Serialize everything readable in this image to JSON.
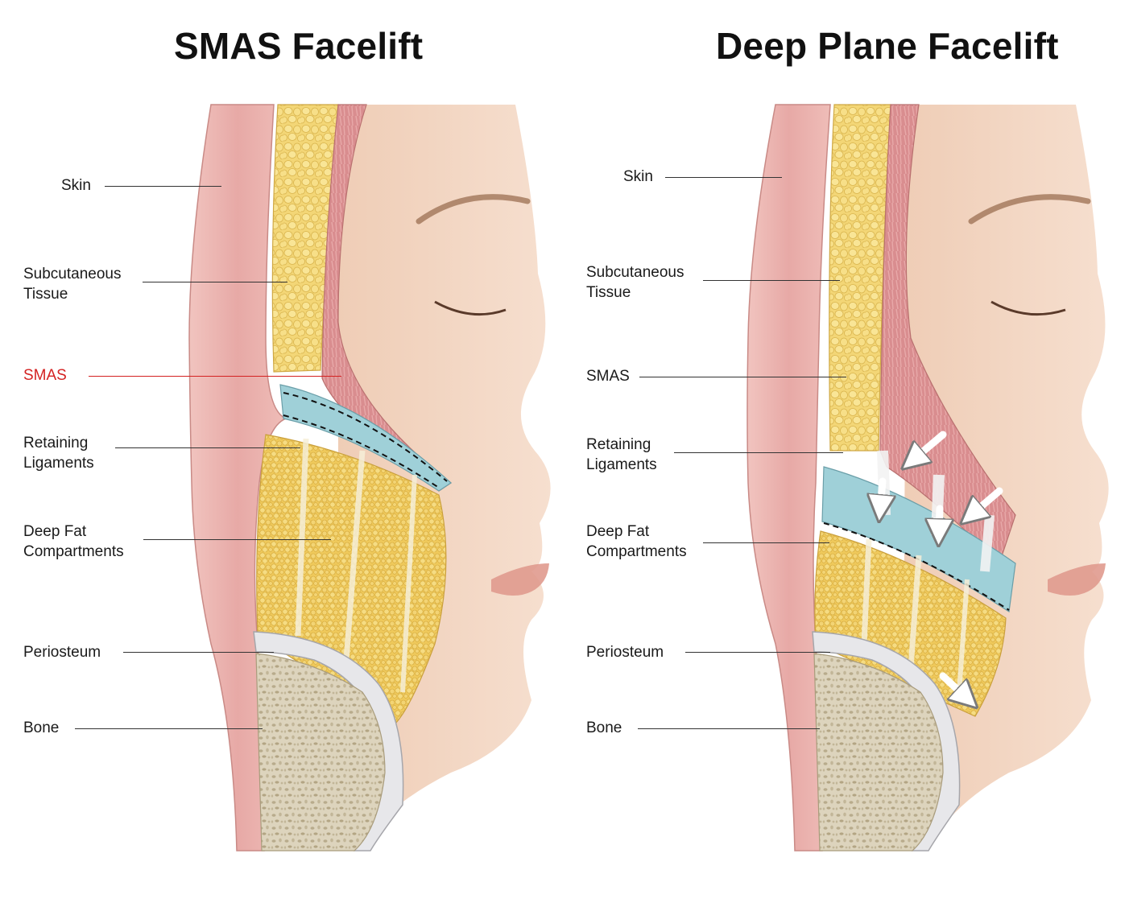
{
  "colors": {
    "alert": "#d42222",
    "skin": "#eab1ad",
    "subcutaneous_fat": "#f3d676",
    "smas": "#d98d8f",
    "deep_plane": "#9fd0d8",
    "deep_fat": "#efc95b",
    "bone": "#ddd4bd",
    "face": "#f4d8c5"
  },
  "panels": [
    {
      "title": "SMAS Facelift",
      "labels": [
        {
          "text": "Skin",
          "highlight": false
        },
        {
          "text": "Subcutaneous\nTissue",
          "highlight": false
        },
        {
          "text": "SMAS",
          "highlight": true
        },
        {
          "text": "Retaining\nLigaments",
          "highlight": false
        },
        {
          "text": "Deep Fat\nCompartments",
          "highlight": false
        },
        {
          "text": "Periosteum",
          "highlight": false
        },
        {
          "text": "Bone",
          "highlight": false
        }
      ]
    },
    {
      "title": "Deep Plane Facelift",
      "labels": [
        {
          "text": "Skin",
          "highlight": false
        },
        {
          "text": "Subcutaneous\nTissue",
          "highlight": false
        },
        {
          "text": "SMAS",
          "highlight": false
        },
        {
          "text": "Retaining\nLigaments",
          "highlight": false
        },
        {
          "text": "Deep Fat\nCompartments",
          "highlight": false
        },
        {
          "text": "Periosteum",
          "highlight": false
        },
        {
          "text": "Bone",
          "highlight": false
        }
      ]
    }
  ]
}
